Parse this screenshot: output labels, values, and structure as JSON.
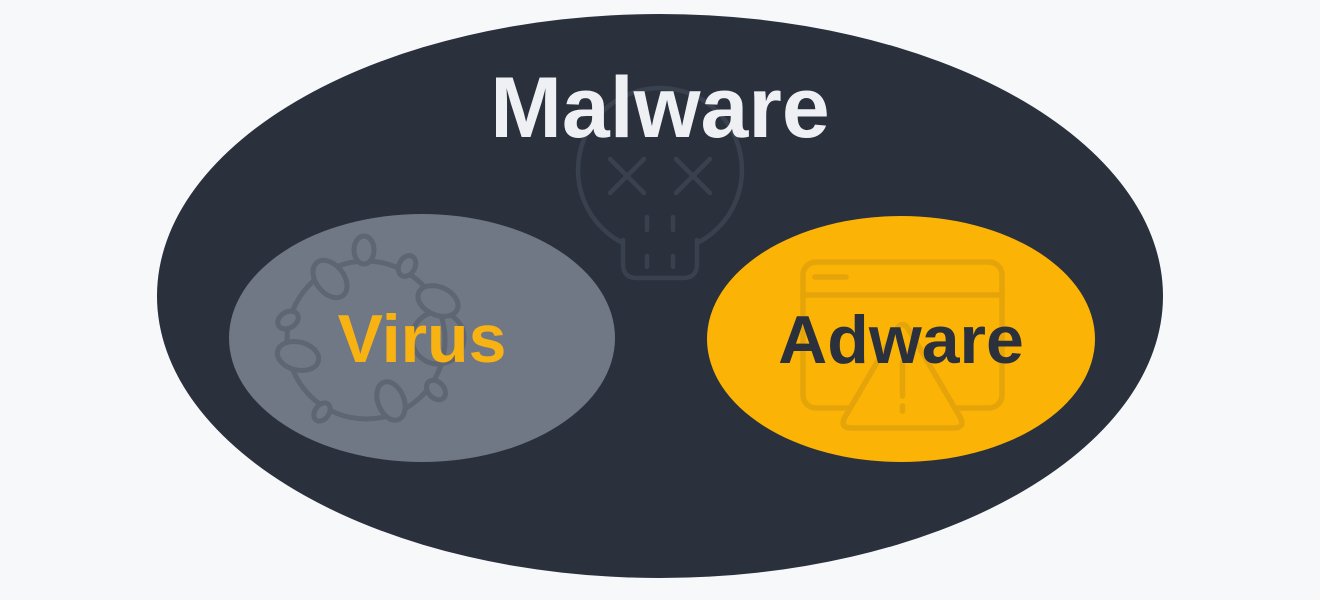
{
  "diagram": {
    "type": "euler-venn",
    "outer": {
      "label": "Malware",
      "icon": "skull-icon"
    },
    "subsets": [
      {
        "label": "Virus",
        "icon": "virus-germ-icon"
      },
      {
        "label": "Adware",
        "icon": "browser-ad-warning-icon"
      }
    ]
  },
  "colors": {
    "page_bg": "#f7f8fa",
    "malware_fill": "#2b303d",
    "malware_text": "#eef0f4",
    "skull_stroke": "#3a414e",
    "virus_fill": "#717885",
    "virus_text": "#f8b312",
    "virus_icon_stroke": "#5e6573",
    "adware_fill": "#fbb306",
    "adware_text": "#2b303d",
    "adware_icon_stroke": "#e4a40a"
  }
}
